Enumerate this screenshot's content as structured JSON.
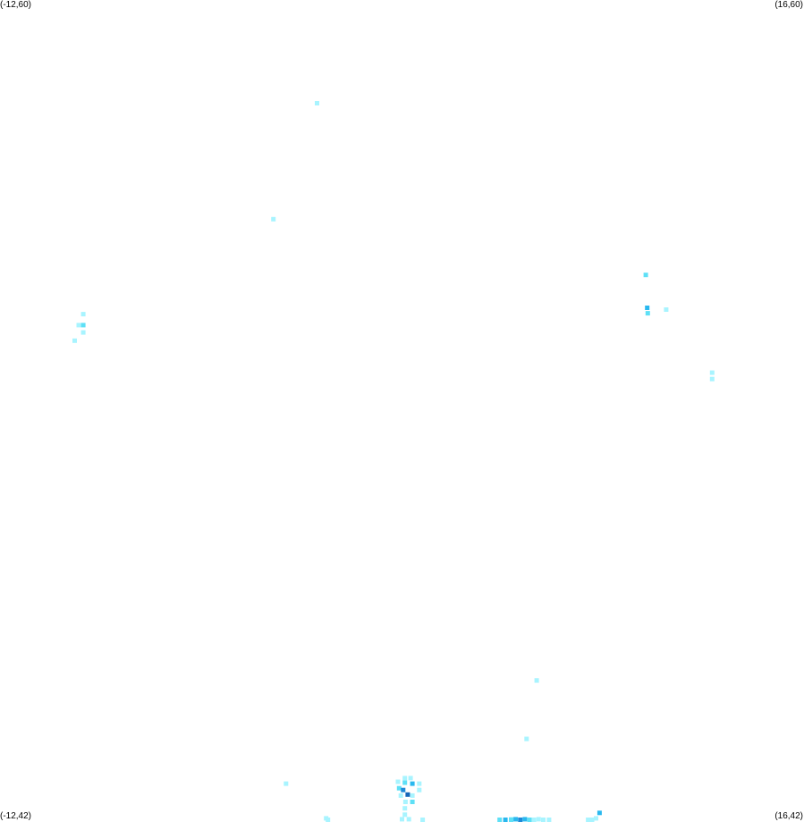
{
  "corners": {
    "top_left": "(-12,60)",
    "top_right": "(16,60)",
    "bottom_left": "(-12,42)",
    "bottom_right": "(16,42)"
  },
  "extent": {
    "lon_min": -12,
    "lon_max": 16,
    "lat_min": 42,
    "lat_max": 60
  },
  "colors": {
    "background": "#ffffff",
    "level_1": "#a8f4ff",
    "level_2": "#5ee0f6",
    "level_3": "#29b8ef",
    "level_4": "#1e8ad8",
    "level_5": "#1565b8"
  },
  "cells": [
    {
      "lon": -0.96,
      "lat": 57.74,
      "level": 1
    },
    {
      "lon": -2.48,
      "lat": 55.2,
      "level": 1
    },
    {
      "lon": -9.1,
      "lat": 53.12,
      "level": 1
    },
    {
      "lon": -9.26,
      "lat": 52.88,
      "level": 1
    },
    {
      "lon": -9.1,
      "lat": 52.88,
      "level": 2
    },
    {
      "lon": -9.1,
      "lat": 52.72,
      "level": 1
    },
    {
      "lon": -9.4,
      "lat": 52.54,
      "level": 1
    },
    {
      "lon": 10.49,
      "lat": 53.98,
      "level": 2
    },
    {
      "lon": 10.54,
      "lat": 53.26,
      "level": 3
    },
    {
      "lon": 10.56,
      "lat": 53.14,
      "level": 2
    },
    {
      "lon": 11.2,
      "lat": 53.22,
      "level": 1
    },
    {
      "lon": 12.8,
      "lat": 51.84,
      "level": 1
    },
    {
      "lon": 12.8,
      "lat": 51.7,
      "level": 1
    },
    {
      "lon": 6.69,
      "lat": 45.1,
      "level": 1
    },
    {
      "lon": 6.34,
      "lat": 43.82,
      "level": 1
    },
    {
      "lon": -2.04,
      "lat": 42.84,
      "level": 1
    },
    {
      "lon": 2.1,
      "lat": 42.96,
      "level": 1
    },
    {
      "lon": 2.3,
      "lat": 42.96,
      "level": 1
    },
    {
      "lon": 1.86,
      "lat": 42.88,
      "level": 1
    },
    {
      "lon": 2.1,
      "lat": 42.86,
      "level": 2
    },
    {
      "lon": 2.36,
      "lat": 42.84,
      "level": 3
    },
    {
      "lon": 2.6,
      "lat": 42.84,
      "level": 1
    },
    {
      "lon": 1.9,
      "lat": 42.74,
      "level": 2
    },
    {
      "lon": 2.04,
      "lat": 42.7,
      "level": 4
    },
    {
      "lon": 2.6,
      "lat": 42.7,
      "level": 1
    },
    {
      "lon": 2.2,
      "lat": 42.6,
      "level": 5
    },
    {
      "lon": 1.96,
      "lat": 42.58,
      "level": 1
    },
    {
      "lon": 2.36,
      "lat": 42.58,
      "level": 1
    },
    {
      "lon": 2.36,
      "lat": 42.44,
      "level": 2
    },
    {
      "lon": 2.12,
      "lat": 42.44,
      "level": 1
    },
    {
      "lon": 2.1,
      "lat": 42.3,
      "level": 1
    },
    {
      "lon": 2.1,
      "lat": 42.16,
      "level": 1
    },
    {
      "lon": 2.24,
      "lat": 42.06,
      "level": 1
    },
    {
      "lon": 2.0,
      "lat": 42.06,
      "level": 1
    },
    {
      "lon": 2.72,
      "lat": 42.02,
      "level": 1
    },
    {
      "lon": -0.64,
      "lat": 42.08,
      "level": 1
    },
    {
      "lon": -0.58,
      "lat": 42.02,
      "level": 1
    },
    {
      "lon": 5.8,
      "lat": 42.06,
      "level": 1
    },
    {
      "lon": 5.4,
      "lat": 42.02,
      "level": 2
    },
    {
      "lon": 5.6,
      "lat": 42.02,
      "level": 3
    },
    {
      "lon": 5.8,
      "lat": 42.02,
      "level": 2
    },
    {
      "lon": 5.96,
      "lat": 42.06,
      "level": 3
    },
    {
      "lon": 6.12,
      "lat": 42.02,
      "level": 4
    },
    {
      "lon": 6.28,
      "lat": 42.06,
      "level": 3
    },
    {
      "lon": 6.44,
      "lat": 42.02,
      "level": 2
    },
    {
      "lon": 6.6,
      "lat": 42.02,
      "level": 1
    },
    {
      "lon": 6.76,
      "lat": 42.06,
      "level": 1
    },
    {
      "lon": 6.92,
      "lat": 42.02,
      "level": 1
    },
    {
      "lon": 7.12,
      "lat": 42.02,
      "level": 1
    },
    {
      "lon": 8.88,
      "lat": 42.2,
      "level": 3
    },
    {
      "lon": 8.76,
      "lat": 42.08,
      "level": 1
    },
    {
      "lon": 8.62,
      "lat": 42.02,
      "level": 1
    },
    {
      "lon": 8.48,
      "lat": 42.02,
      "level": 1
    }
  ]
}
